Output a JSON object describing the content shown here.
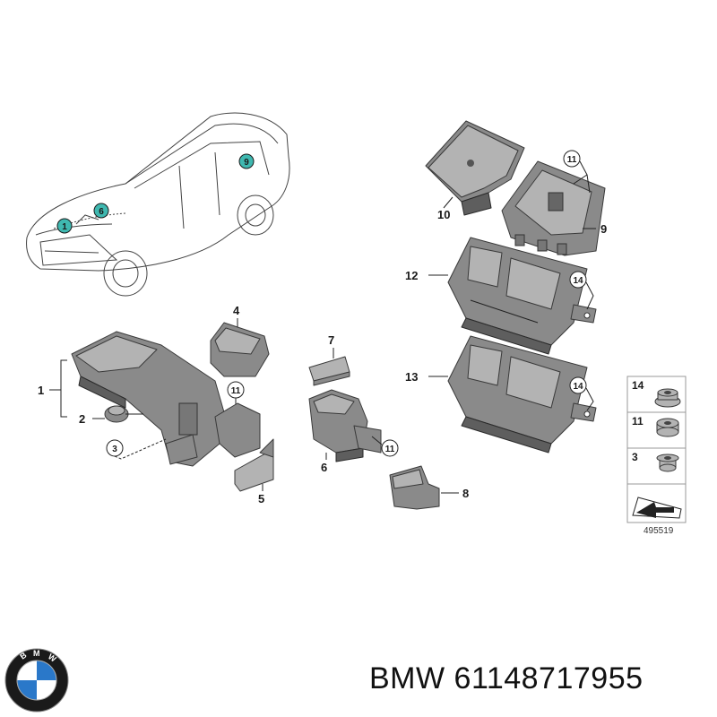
{
  "diagram": {
    "car_markers": [
      "1",
      "6",
      "9"
    ],
    "parts": [
      {
        "no": "1"
      },
      {
        "no": "2"
      },
      {
        "no": "3"
      },
      {
        "no": "4"
      },
      {
        "no": "5"
      },
      {
        "no": "6"
      },
      {
        "no": "7"
      },
      {
        "no": "8"
      },
      {
        "no": "9"
      },
      {
        "no": "10"
      },
      {
        "no": "12"
      },
      {
        "no": "13"
      }
    ],
    "circled_refs": [
      "11",
      "11",
      "11",
      "14",
      "14",
      "3"
    ],
    "fastener_legend": [
      {
        "no": "14",
        "icon": "flange-nut-icon"
      },
      {
        "no": "11",
        "icon": "hex-nut-icon"
      },
      {
        "no": "3",
        "icon": "expansion-nut-icon"
      }
    ],
    "document_number": "495519"
  },
  "footer": {
    "brand_logo": "BMW",
    "caption": "BMW 61148717955"
  },
  "colors": {
    "marker_fill": "#3fb8b0",
    "part_gray": "#8a8a8a",
    "line": "#222222"
  }
}
